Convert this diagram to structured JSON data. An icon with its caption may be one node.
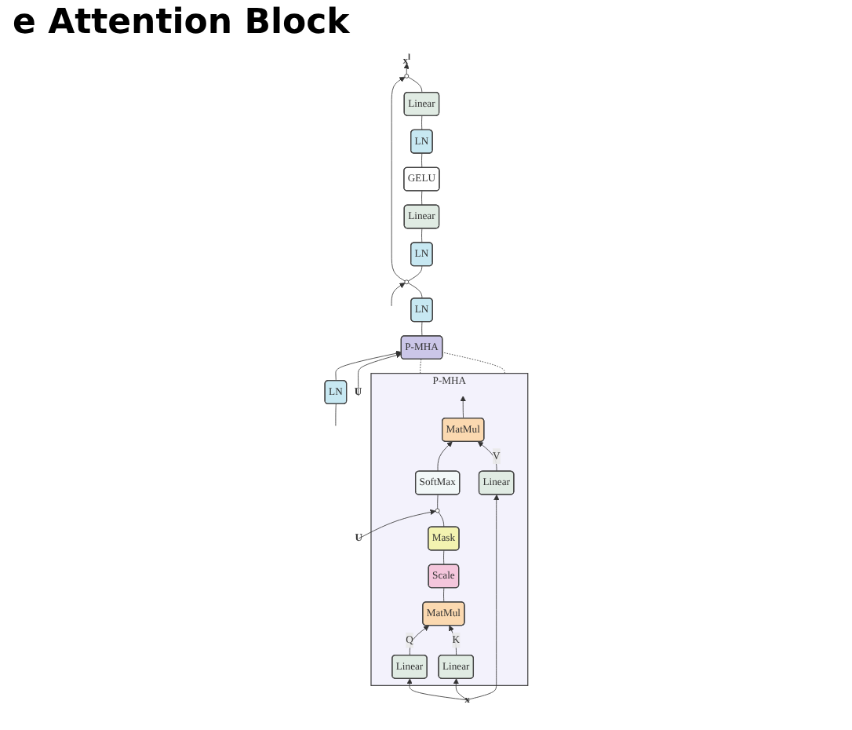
{
  "diagram": {
    "title": "e Attention Block",
    "nodes": [
      {
        "text": [
          "P-MHA"
        ]
      },
      {
        "text": [
          "MatMul"
        ],
        "in": 0
      },
      {
        "text": [
          "SoftMax"
        ],
        "in": 0
      },
      {
        "text": [],
        "shape": "circle",
        "in": 0
      },
      {
        "text": [
          "Mask"
        ],
        "in": 0
      },
      {
        "text": [
          "Scale"
        ],
        "in": 0
      },
      {
        "text": [
          "MatMul"
        ],
        "in": 0
      },
      {
        "text": [
          "Linear"
        ],
        "in": 0
      },
      {
        "text": [
          "Linear"
        ],
        "in": 0
      },
      {
        "text": [
          "Linear"
        ],
        "in": 0
      },
      {
        "text": [
          "U"
        ]
      },
      {
        "text": [
          "x"
        ]
      },
      {
        "text": [
          "x$^{l}$"
        ]
      },
      {
        "text": [],
        "shape": "circle"
      },
      {
        "text": [
          "Linear"
        ]
      },
      {
        "text": [
          "LN"
        ]
      },
      {
        "text": [
          "GELU"
        ]
      },
      {
        "text": [
          "Linear"
        ]
      },
      {
        "text": [
          "LN"
        ]
      },
      {
        "text": [],
        "shape": "circle"
      },
      {
        "text": [
          "LN"
        ]
      },
      {
        "text": [
          "P-MHA"
        ]
      },
      {
        "text": [
          "LN"
        ]
      },
      {
        "text": [
          "U"
        ]
      }
    ],
    "edges": [
      {
        "from": 1,
        "to": null,
        "arrow": "to"
      },
      {
        "from": 2,
        "to": 1,
        "arrow": "to"
      },
      {
        "from": 3,
        "to": 2,
        "arrow": "none"
      },
      {
        "from": 10,
        "to": 3,
        "arrow": "to"
      },
      {
        "from": 4,
        "to": 3,
        "arrow": "none"
      },
      {
        "from": 5,
        "to": 4,
        "arrow": "none"
      },
      {
        "from": 6,
        "to": 5,
        "arrow": "none"
      },
      {
        "from": 7,
        "to": 6,
        "arrow": "to",
        "label": "Q"
      },
      {
        "from": 8,
        "to": 6,
        "arrow": "to",
        "label": "K"
      },
      {
        "from": 9,
        "to": 1,
        "arrow": "to",
        "label": "V"
      },
      {
        "from": 11,
        "to": 7,
        "arrow": "to"
      },
      {
        "from": 11,
        "to": 8,
        "arrow": "to"
      },
      {
        "from": 11,
        "to": 9,
        "arrow": "to"
      },
      {
        "from": null,
        "to": 22,
        "arrow": "none"
      },
      {
        "from": null,
        "to": 19,
        "arrow": "to"
      },
      {
        "from": 22,
        "to": 21,
        "arrow": "to"
      },
      {
        "from": 23,
        "to": 21,
        "arrow": "to"
      },
      {
        "from": 21,
        "to": 20,
        "arrow": "none"
      },
      {
        "from": 20,
        "to": 19,
        "arrow": "none"
      },
      {
        "from": 19,
        "to": 18,
        "arrow": "none"
      },
      {
        "from": 19,
        "to": 13,
        "arrow": "to"
      },
      {
        "from": 18,
        "to": 17,
        "arrow": "none"
      },
      {
        "from": 17,
        "to": 16,
        "arrow": "none"
      },
      {
        "from": 16,
        "to": 15,
        "arrow": "none"
      },
      {
        "from": 15,
        "to": 14,
        "arrow": "none"
      },
      {
        "from": 14,
        "to": 13,
        "arrow": "none"
      },
      {
        "from": 13,
        "to": 12,
        "arrow": "to"
      },
      {
        "from": 0,
        "to": 21,
        "arrow": "none",
        "style": "dashed"
      },
      {
        "from": 0,
        "to": 21,
        "arrow": "none",
        "style": "dashed"
      }
    ]
  }
}
